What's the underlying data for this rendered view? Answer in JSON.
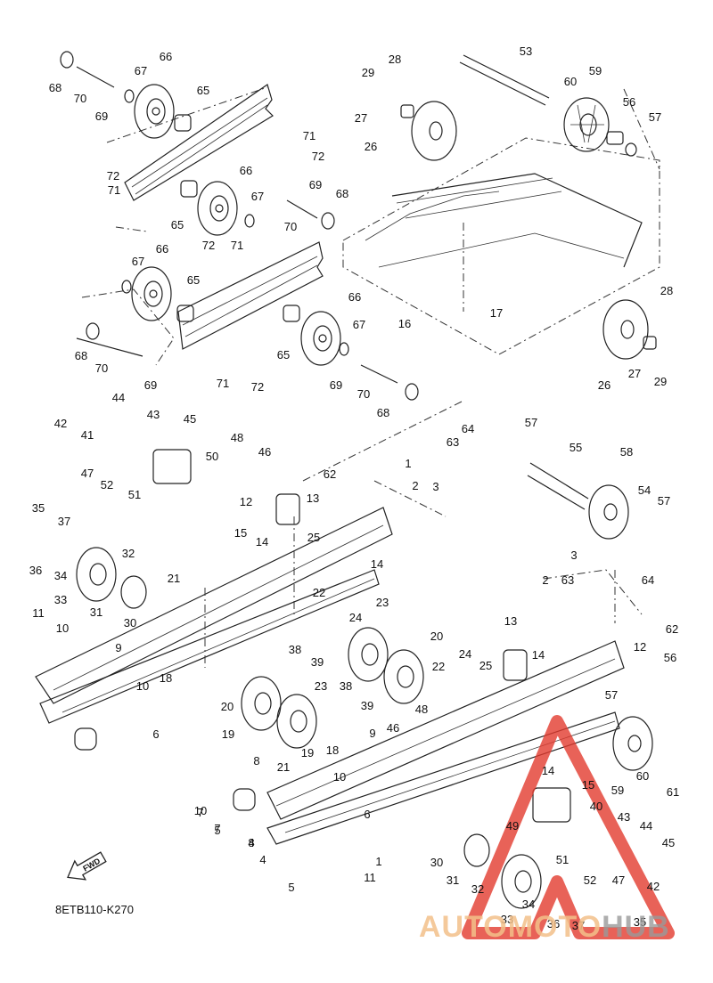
{
  "diagram_code": "8ETB110-K270",
  "fwd_label": "FWD",
  "watermark": {
    "part1": "AUTOMOTO",
    "part2": "HUB",
    "accent": "#e23b2e",
    "accent_light": "#f3c08a"
  },
  "callouts": [
    "68",
    "70",
    "69",
    "67",
    "66",
    "65",
    "71",
    "72",
    "72",
    "71",
    "65",
    "66",
    "67",
    "69",
    "70",
    "68",
    "67",
    "66",
    "65",
    "72",
    "71",
    "68",
    "70",
    "69",
    "71",
    "72",
    "65",
    "66",
    "67",
    "69",
    "70",
    "68",
    "29",
    "28",
    "27",
    "26",
    "53",
    "59",
    "60",
    "56",
    "57",
    "16",
    "17",
    "28",
    "26",
    "27",
    "29",
    "42",
    "44",
    "43",
    "45",
    "41",
    "47",
    "52",
    "51",
    "48",
    "46",
    "50",
    "35",
    "37",
    "36",
    "34",
    "33",
    "32",
    "31",
    "30",
    "12",
    "13",
    "15",
    "14",
    "25",
    "1",
    "2",
    "3",
    "64",
    "63",
    "62",
    "57",
    "55",
    "58",
    "54",
    "57",
    "21",
    "22",
    "14",
    "23",
    "24",
    "11",
    "10",
    "9",
    "10",
    "18",
    "38",
    "39",
    "20",
    "19",
    "6",
    "7",
    "5",
    "8",
    "4",
    "1",
    "3",
    "2",
    "63",
    "64",
    "62",
    "12",
    "13",
    "14",
    "25",
    "24",
    "22",
    "48",
    "46",
    "39",
    "38",
    "23",
    "20",
    "19",
    "21",
    "9",
    "18",
    "10",
    "8",
    "10",
    "6",
    "7",
    "4",
    "11",
    "5",
    "56",
    "57",
    "14",
    "15",
    "40",
    "43",
    "44",
    "45",
    "49",
    "51",
    "52",
    "42",
    "47",
    "59",
    "60",
    "61",
    "30",
    "31",
    "32",
    "33",
    "34",
    "36",
    "37",
    "35"
  ]
}
